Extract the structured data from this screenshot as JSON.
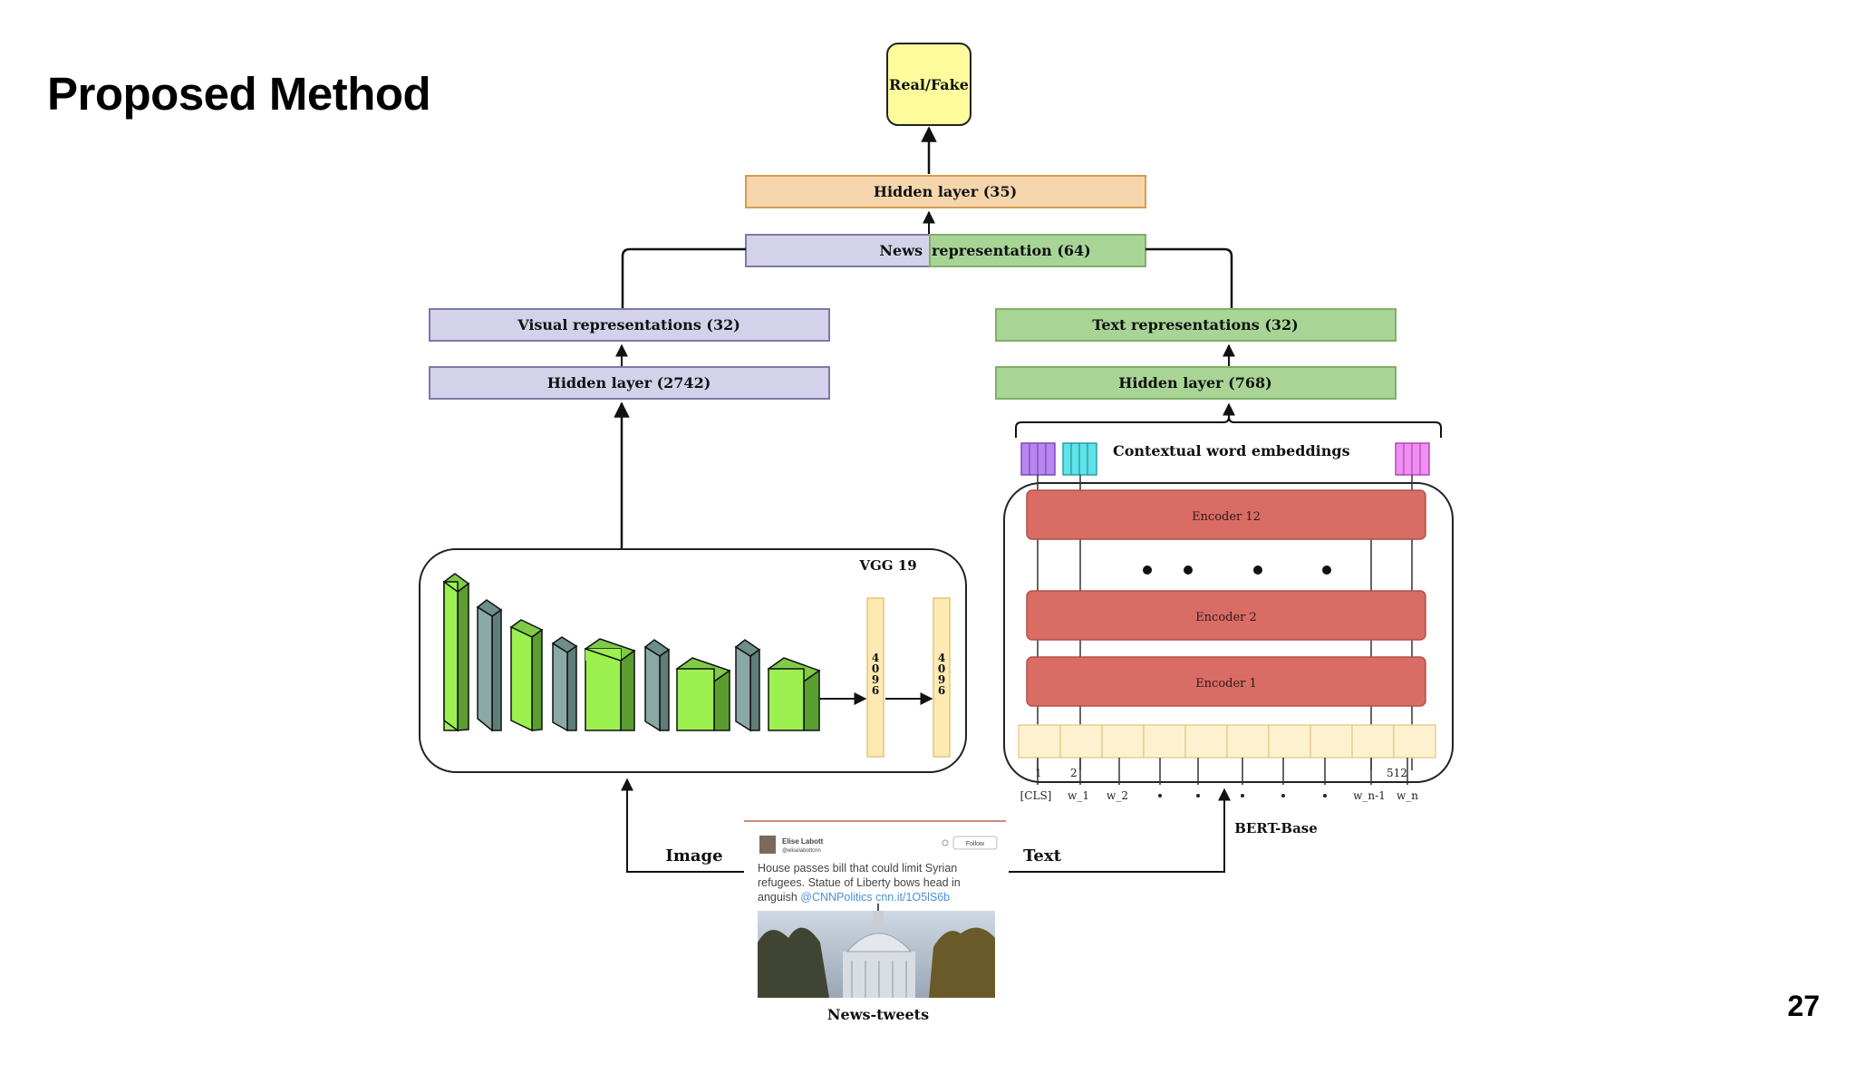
{
  "slide": {
    "title": "Proposed Method",
    "page_number": "27"
  },
  "output": {
    "label": "Real/Fake"
  },
  "layers": {
    "hidden35": "Hidden layer (35)",
    "news_rep_left": "News ",
    "news_rep_right": "representation (64)",
    "visual_rep": "Visual representations (32)",
    "hidden2742": "Hidden layer (2742)",
    "text_rep": "Text representations (32)",
    "hidden768": "Hidden layer (768)"
  },
  "vgg": {
    "label": "VGG 19",
    "fc_digits": [
      "4",
      "0",
      "9",
      "6"
    ]
  },
  "bert": {
    "embeddings_label": "Contextual word embeddings",
    "encoders": [
      "Encoder 12",
      "Encoder 2",
      "Encoder 1"
    ],
    "position_labels": {
      "first": "1",
      "second": "2",
      "last": "512"
    },
    "tokens": [
      "[CLS]",
      "w_1",
      "w_2",
      "w_n-1",
      "w_n"
    ],
    "label": "BERT-Base"
  },
  "inputs": {
    "image_label": "Image",
    "text_label": "Text",
    "source_label": "News-tweets"
  },
  "tweet": {
    "author": "Elise Labott",
    "handle": "@eliselabottcnn",
    "follow": "Follow",
    "line1": "House passes bill that could limit Syrian",
    "line2": "refugees. Statue of Liberty bows head in",
    "line3_text": "anguish ",
    "line3_link": "@CNNPolitics cnn.it/1O5lS6b"
  },
  "colors": {
    "purple_fill": "#d4d2ea",
    "purple_stroke": "#7c79a8",
    "green_fill": "#a8d596",
    "green_stroke": "#7fb068",
    "orange_fill": "#f5d6ac",
    "orange_stroke": "#d99a50",
    "yellow_fill": "#fdfb9c",
    "encoder_fill": "#d96c65",
    "token_fill": "#fdf1cf",
    "link": "#4a90d9"
  }
}
